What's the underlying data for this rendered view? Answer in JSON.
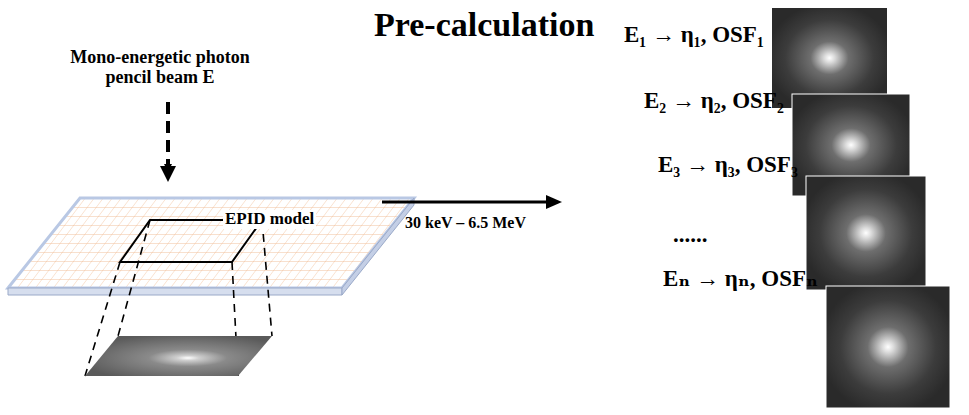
{
  "diagram": {
    "title": "Pre-calculation",
    "labels": [
      "Mono-energetic photon pencil beam E",
      "EPID model",
      "30 keV – 6.5 MeV",
      "E₁ → η₁, OSF₁",
      "E₂ → η₂, OSF₂",
      "E₃ → η₃, OSF₃",
      "......",
      "Eₙ → ηₙ, OSFₙ"
    ]
  }
}
